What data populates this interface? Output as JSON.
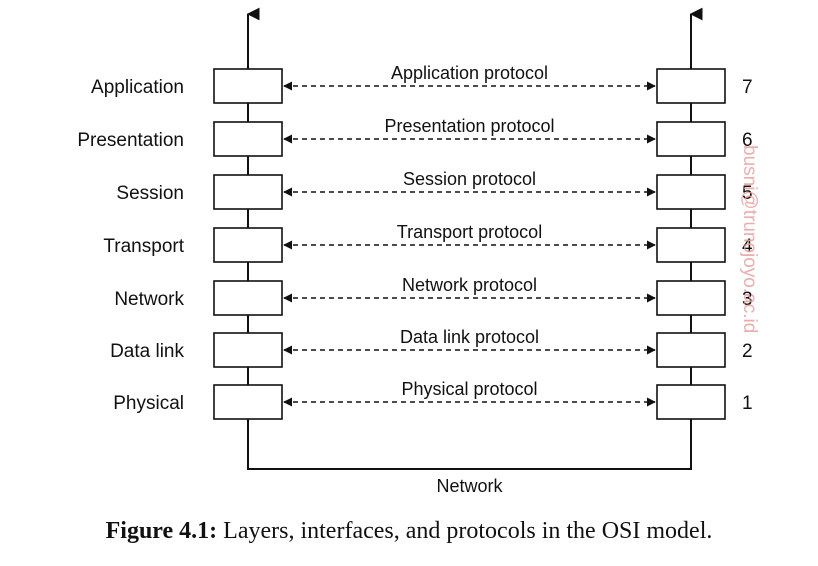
{
  "layers": [
    {
      "name": "Application",
      "protocol": "Application protocol",
      "number": "7"
    },
    {
      "name": "Presentation",
      "protocol": "Presentation protocol",
      "number": "6"
    },
    {
      "name": "Session",
      "protocol": "Session protocol",
      "number": "5"
    },
    {
      "name": "Transport",
      "protocol": "Transport protocol",
      "number": "4"
    },
    {
      "name": "Network",
      "protocol": "Network protocol",
      "number": "3"
    },
    {
      "name": "Data link",
      "protocol": "Data link protocol",
      "number": "2"
    },
    {
      "name": "Physical",
      "protocol": "Physical protocol",
      "number": "1"
    }
  ],
  "network_label": "Network",
  "watermark": "busni@trunojoyo.ac.id",
  "caption": {
    "label": "Figure 4.1:",
    "text": " Layers, interfaces, and protocols in the OSI model."
  }
}
